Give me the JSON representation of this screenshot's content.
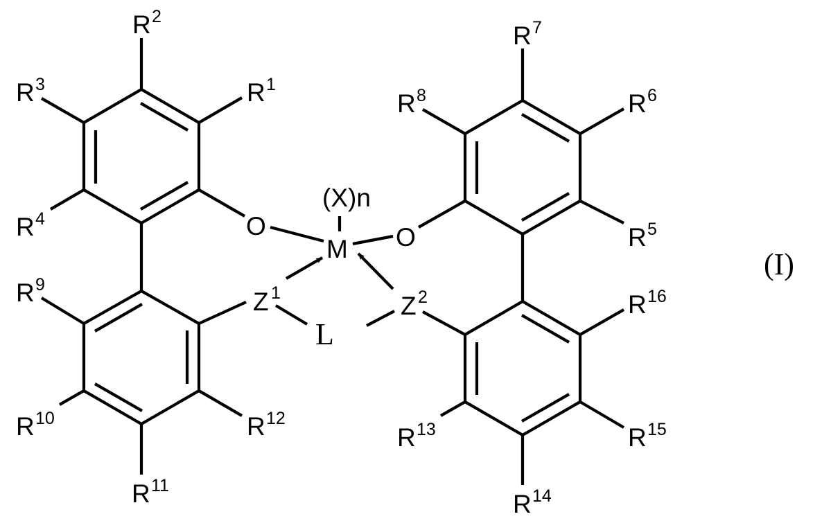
{
  "figure": {
    "title": "Chemical structure formula (I)",
    "formula_label": "(I)",
    "colors": {
      "ink": "#000000",
      "background": "#ffffff"
    }
  },
  "center": {
    "metal": "M",
    "ligand_group": "(X)n",
    "linker": "L",
    "oxygen_left": "O",
    "oxygen_right": "O",
    "donor_left": {
      "symbol": "Z",
      "sup": "1"
    },
    "donor_right": {
      "symbol": "Z",
      "sup": "2"
    }
  },
  "substituents": {
    "r1": {
      "symbol": "R",
      "sup": "1"
    },
    "r2": {
      "symbol": "R",
      "sup": "2"
    },
    "r3": {
      "symbol": "R",
      "sup": "3"
    },
    "r4": {
      "symbol": "R",
      "sup": "4"
    },
    "r5": {
      "symbol": "R",
      "sup": "5"
    },
    "r6": {
      "symbol": "R",
      "sup": "6"
    },
    "r7": {
      "symbol": "R",
      "sup": "7"
    },
    "r8": {
      "symbol": "R",
      "sup": "8"
    },
    "r9": {
      "symbol": "R",
      "sup": "9"
    },
    "r10": {
      "symbol": "R",
      "sup": "10"
    },
    "r11": {
      "symbol": "R",
      "sup": "11"
    },
    "r12": {
      "symbol": "R",
      "sup": "12"
    },
    "r13": {
      "symbol": "R",
      "sup": "13"
    },
    "r14": {
      "symbol": "R",
      "sup": "14"
    },
    "r15": {
      "symbol": "R",
      "sup": "15"
    },
    "r16": {
      "symbol": "R",
      "sup": "16"
    }
  },
  "rings": [
    {
      "name": "upper-left-phenyl",
      "substituents": [
        "R1",
        "R2",
        "R3",
        "R4"
      ]
    },
    {
      "name": "lower-left-phenyl",
      "substituents": [
        "R9",
        "R10",
        "R11",
        "R12"
      ]
    },
    {
      "name": "upper-right-phenyl",
      "substituents": [
        "R5",
        "R6",
        "R7",
        "R8"
      ]
    },
    {
      "name": "lower-right-phenyl",
      "substituents": [
        "R13",
        "R14",
        "R15",
        "R16"
      ]
    }
  ]
}
